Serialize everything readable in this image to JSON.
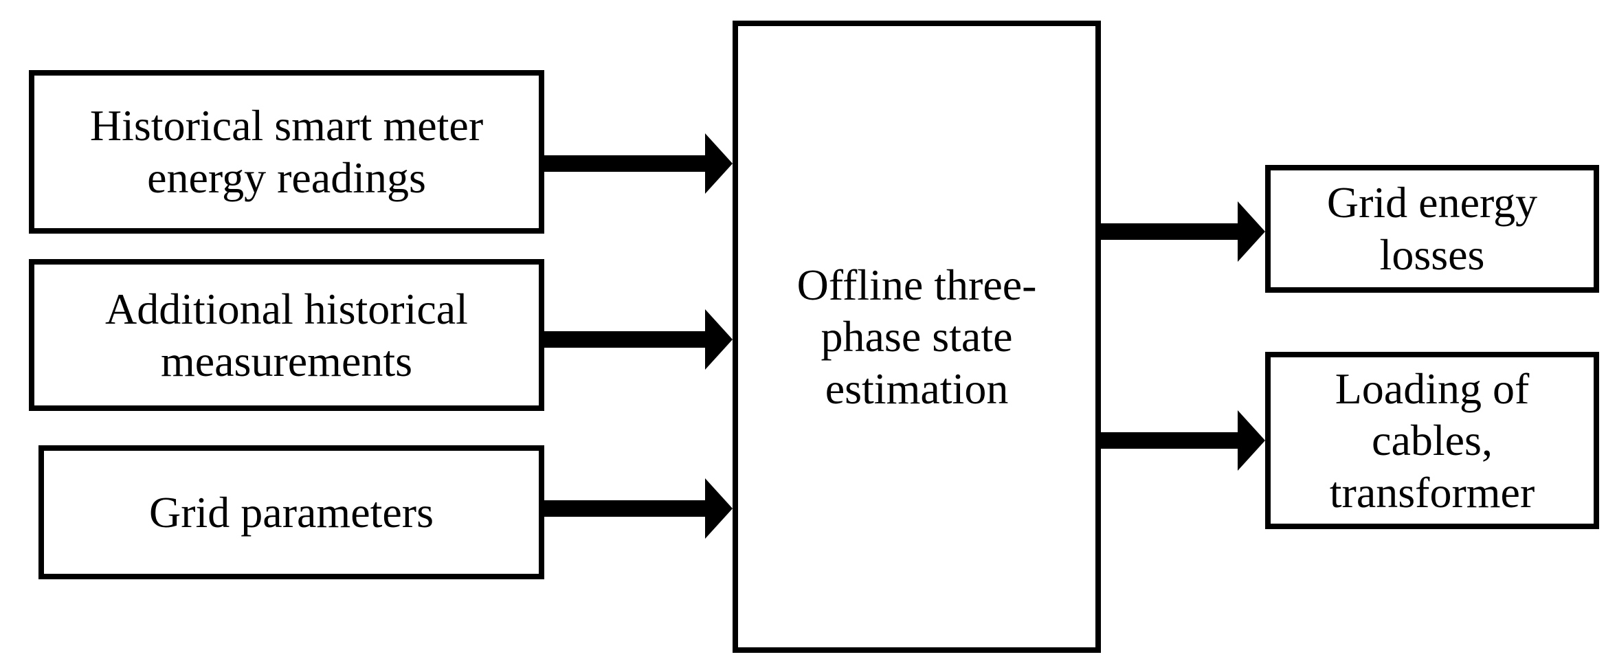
{
  "diagram": {
    "background_color": "#ffffff",
    "stroke_color": "#000000",
    "text_color": "#000000",
    "nodes": {
      "historical": {
        "label": "Historical smart meter energy readings",
        "lines": [
          "Historical smart meter",
          "energy readings"
        ],
        "role": "input"
      },
      "additional": {
        "label": "Additional historical measurements",
        "lines": [
          "Additional historical",
          "measurements"
        ],
        "role": "input"
      },
      "gridparams": {
        "label": "Grid parameters",
        "lines": [
          "Grid parameters"
        ],
        "role": "input"
      },
      "estimation": {
        "label": "Offline three-phase state estimation",
        "lines": [
          "Offline three-",
          "phase state",
          "estimation"
        ],
        "role": "process"
      },
      "losses": {
        "label": "Grid energy losses",
        "lines": [
          "Grid energy",
          "losses"
        ],
        "role": "output"
      },
      "loading": {
        "label": "Loading of cables, transformer",
        "lines": [
          "Loading of",
          "cables,",
          "transformer"
        ],
        "role": "output"
      }
    },
    "edges": [
      {
        "from": "historical",
        "to": "estimation"
      },
      {
        "from": "additional",
        "to": "estimation"
      },
      {
        "from": "gridparams",
        "to": "estimation"
      },
      {
        "from": "estimation",
        "to": "losses"
      },
      {
        "from": "estimation",
        "to": "loading"
      }
    ]
  }
}
